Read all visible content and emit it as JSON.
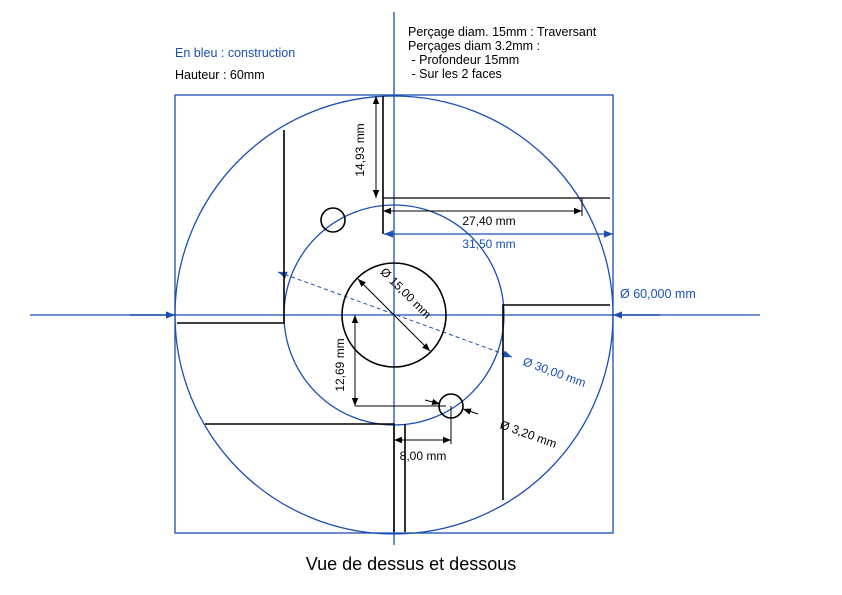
{
  "colors": {
    "construction": "#1a4fb5",
    "geometry": "#000000",
    "background": "#ffffff"
  },
  "notes": {
    "construction_legend": "En bleu : construction",
    "height": "Hauteur : 60mm",
    "drilling_lines": [
      "Perçage diam. 15mm : Traversant",
      "Perçages diam 3.2mm :",
      " - Profondeur 15mm",
      " - Sur les 2 faces"
    ]
  },
  "dimensions": {
    "vertical_top": "14,93 mm",
    "horizontal_inner": "27,40 mm",
    "horizontal_outer": "31,50 mm",
    "outer_diameter": "Ø 60,000 mm",
    "inner_diameter": "Ø 30,00 mm",
    "bore_diameter": "Ø 15,00 mm",
    "vertical_bottom": "12,69 mm",
    "horizontal_bottom": "8,00 mm",
    "small_hole_diameter": "Ø 3,20 mm"
  },
  "caption": "Vue de dessus et dessous"
}
